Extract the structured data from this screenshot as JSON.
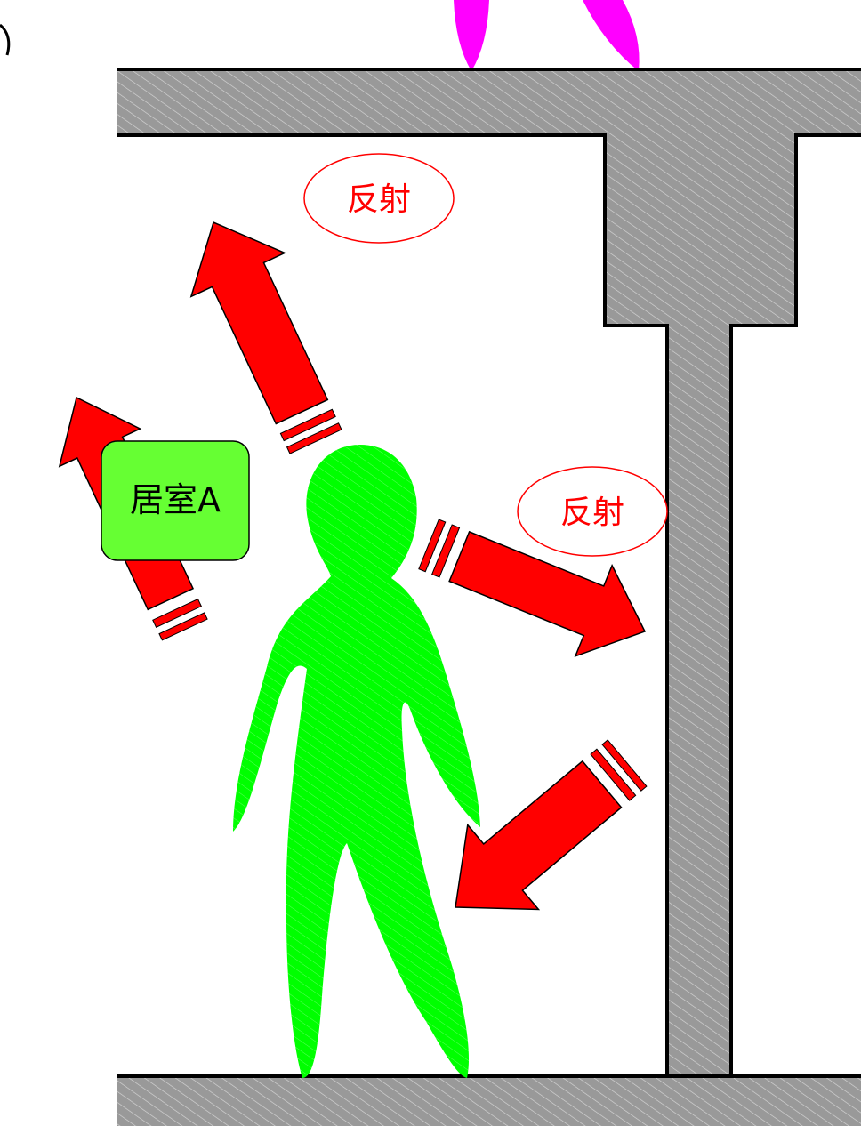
{
  "diagram": {
    "room_label": "居室A",
    "reflection_labels": [
      "反射",
      "反射"
    ],
    "colors": {
      "wall": "#999999",
      "wall_hatch": "#d6d6d6",
      "arrow": "#ff0000",
      "person": "#00ff00",
      "room_label_fill": "#66ff33",
      "top_source": "#ff00ff",
      "reflection_text": "#ff0000"
    }
  }
}
